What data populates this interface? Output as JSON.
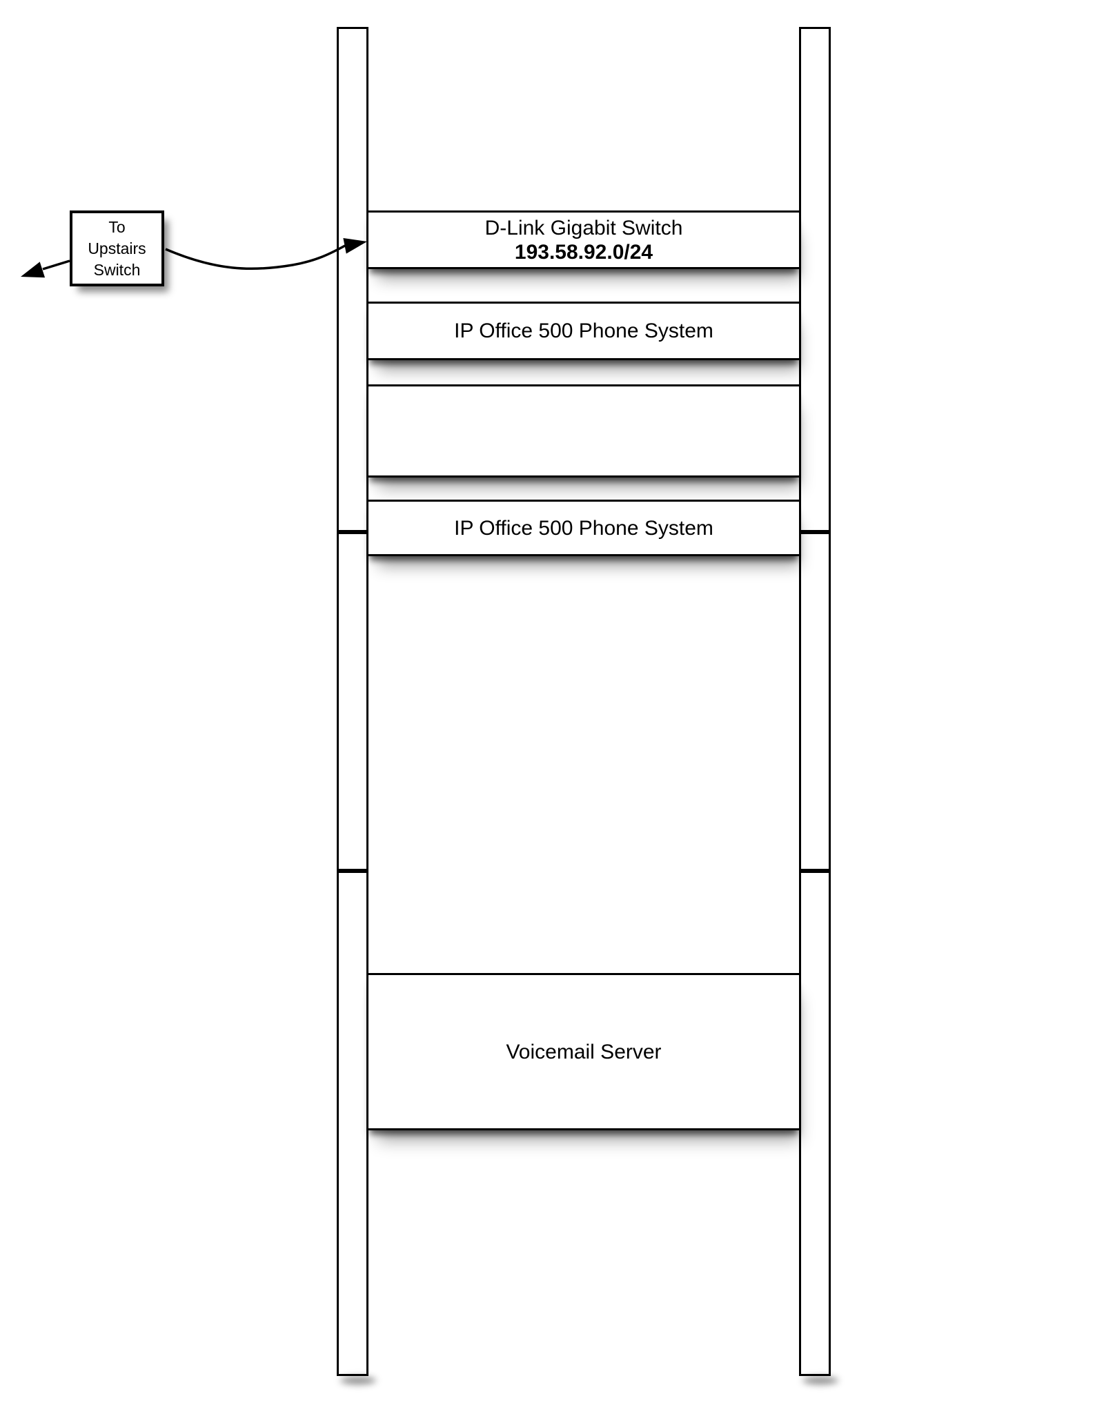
{
  "diagram": {
    "note": {
      "lines": [
        "To",
        "Upstairs",
        "Switch"
      ]
    },
    "shelves": {
      "dlink": {
        "line1": "D-Link Gigabit Switch",
        "line2": "193.58.92.0/24"
      },
      "ip_office_1": {
        "label": "IP Office 500 Phone System"
      },
      "empty_shelf": {
        "label": ""
      },
      "ip_office_2": {
        "label": "IP Office 500 Phone System"
      },
      "voicemail": {
        "label": "Voicemail Server"
      }
    },
    "colors": {
      "line": "#000000",
      "fill": "#ffffff",
      "background": "#ffffff"
    }
  }
}
